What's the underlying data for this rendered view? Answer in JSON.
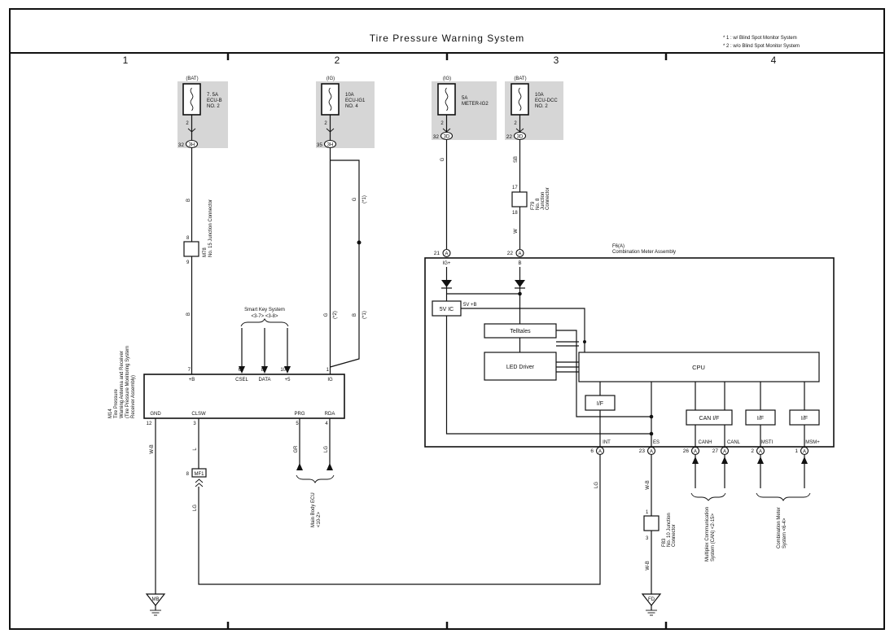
{
  "title": "Tire Pressure Warning System",
  "notes": [
    "* 1 : w/ Blind Spot Monitor System",
    "* 2 : w/o Blind Spot Monitor System"
  ],
  "columns": [
    "1",
    "2",
    "3",
    "4"
  ],
  "fuses": [
    {
      "source": "(BAT)",
      "rating": "7. 5A",
      "name1": "ECU-B",
      "name2": "NO. 2",
      "pin_top": "2",
      "pin_left": "32",
      "conn": "3H"
    },
    {
      "source": "(IG)",
      "rating": "10A",
      "name1": "ECU-IG1",
      "name2": "NO. 4",
      "pin_top": "2",
      "pin_left": "35",
      "conn": "3H"
    },
    {
      "source": "(IG)",
      "rating": "5A",
      "name1": "METER-IG2",
      "name2": "",
      "pin_top": "2",
      "pin_left": "32",
      "conn": "3D"
    },
    {
      "source": "(BAT)",
      "rating": "10A",
      "name1": "ECU-DCC",
      "name2": "NO. 2",
      "pin_top": "2",
      "pin_left": "22",
      "conn": "3D"
    }
  ],
  "wires": {
    "w1_top": "B",
    "w1_bot": "B",
    "w2_g": "G",
    "w2_g_note": "(*1)",
    "w2_g_low": "G",
    "w2_g_low_note": "(*2)",
    "w2_b": "B",
    "w2_b_note": "(*1)",
    "w3": "G",
    "w4_top": "SB",
    "w4_bot": "W",
    "gnd": "W-B",
    "clsw": "L",
    "clsw_low": "LG",
    "prg": "GR",
    "rda": "LG",
    "int": "LG",
    "es": "W-B",
    "es_low": "W-B"
  },
  "junctions": {
    "m78": {
      "pin_top": "8",
      "pin_bot": "9",
      "code": "M78",
      "label": "No. 15 Junction Connector"
    },
    "f79": {
      "pin_top": "17",
      "pin_bot": "18",
      "code": "F79",
      "label1": "No. 8",
      "label2": "Junction",
      "label3": "Connector"
    },
    "f83": {
      "pin_top": "1",
      "pin_bot": "3",
      "code": "F83",
      "label1": "No. 10 Junction",
      "label2": "Connector"
    }
  },
  "receiver": {
    "code": "M14",
    "lines": [
      "Tire Pressure",
      "Warning Antenna and Receiver",
      "(Tire Pressure Monitoring System",
      "Receiver Assembly)"
    ],
    "top_pins": [
      {
        "num": "7",
        "name": "+B"
      },
      {
        "num": "6",
        "name": "CSEL"
      },
      {
        "num": "8",
        "name": "DATA"
      },
      {
        "num": "10",
        "name": "+5"
      },
      {
        "num": "1",
        "name": "IG"
      }
    ],
    "bot_pins": [
      {
        "num": "12",
        "name": "GND"
      },
      {
        "num": "3",
        "name": "CLSW"
      },
      {
        "num": "5",
        "name": "PRG"
      },
      {
        "num": "4",
        "name": "RDA"
      }
    ]
  },
  "smart_key": {
    "line1": "Smart Key System",
    "line2": "<3-7> <3-8>"
  },
  "main_body": {
    "line1": "Main Body ECU",
    "line2": "<10-2>"
  },
  "mf1": {
    "pin": "8",
    "code": "MF1"
  },
  "meter": {
    "code": "F6(A)",
    "name": "Combination Meter Assembly",
    "top_pins": [
      {
        "num": "21",
        "conn": "A",
        "name": "IG+"
      },
      {
        "num": "22",
        "conn": "A",
        "name": "B"
      }
    ],
    "bot_pins": [
      {
        "num": "6",
        "conn": "A",
        "name": "INT"
      },
      {
        "num": "23",
        "conn": "A",
        "name": "ES"
      },
      {
        "num": "26",
        "conn": "A",
        "name": "CANH"
      },
      {
        "num": "27",
        "conn": "A",
        "name": "CANL"
      },
      {
        "num": "2",
        "conn": "A",
        "name": "MSTI"
      },
      {
        "num": "1",
        "conn": "A",
        "name": "MSM+"
      }
    ],
    "blocks": {
      "vic": "5V IC",
      "vb": "5V +B",
      "telltales": "Telltales",
      "led": "LED Driver",
      "cpu": "CPU",
      "if": "I/F",
      "canif": "CAN I/F"
    }
  },
  "can_ref": {
    "line1": "Multiplex Communication",
    "line2": "System (CAN) <2-15>"
  },
  "meter_ref": {
    "line1": "Combination Meter",
    "line2": "System <6-4>"
  },
  "grounds": [
    {
      "code": "MB"
    },
    {
      "code": "FD"
    }
  ]
}
